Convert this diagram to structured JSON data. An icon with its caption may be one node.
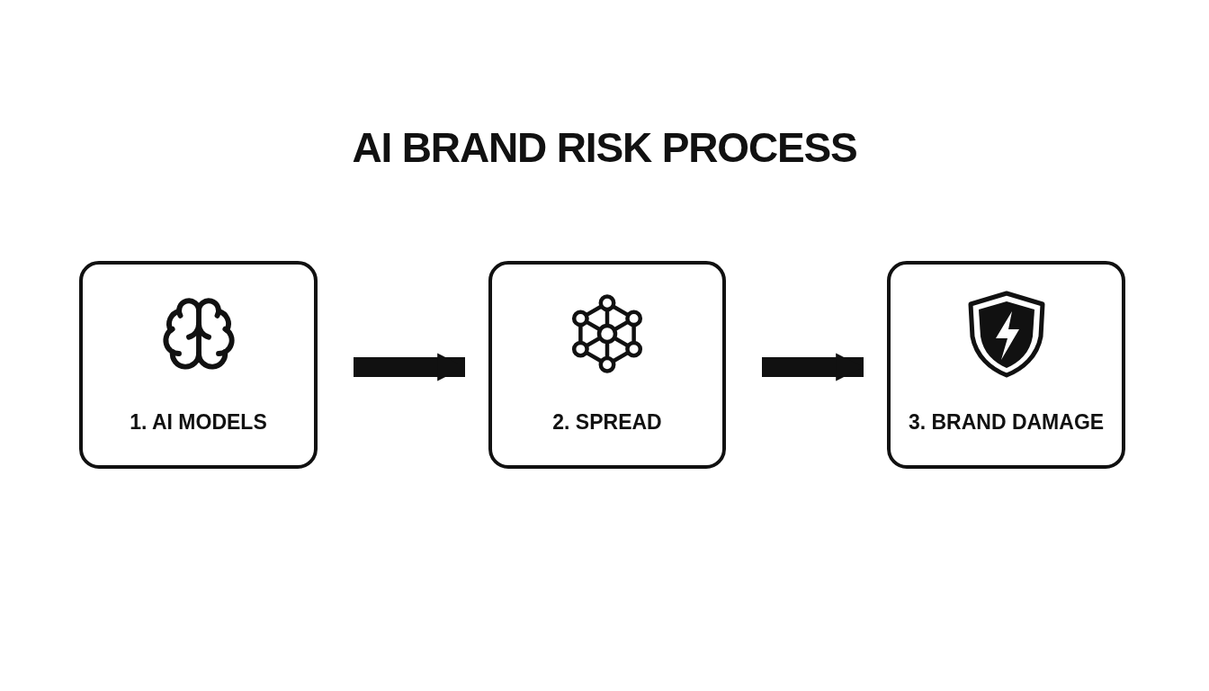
{
  "diagram": {
    "title": "AI BRAND RISK PROCESS",
    "nodes": [
      {
        "text": [
          "1. AI MODELS"
        ]
      },
      {
        "text": [
          "2. SPREAD"
        ]
      },
      {
        "text": [
          "3. BRAND DAMAGE"
        ]
      }
    ],
    "edges": [
      {
        "from": 0,
        "to": 1,
        "arrow": "to"
      },
      {
        "from": 1,
        "to": 2,
        "arrow": "to"
      }
    ]
  }
}
